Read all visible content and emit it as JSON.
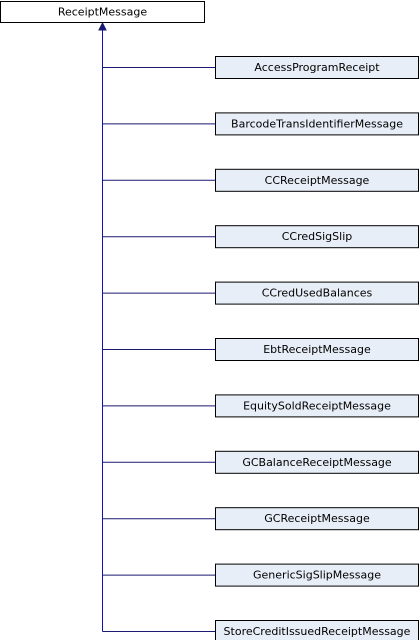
{
  "diagram": {
    "colors": {
      "base_fill": "#ffffff",
      "derived_fill": "#e8eef7",
      "border": "#000000",
      "edge": "#191970"
    },
    "base_class": {
      "label": "ReceiptMessage"
    },
    "derived_classes": [
      {
        "label": "AccessProgramReceipt"
      },
      {
        "label": "BarcodeTransIdentifierMessage"
      },
      {
        "label": "CCReceiptMessage"
      },
      {
        "label": "CCredSigSlip"
      },
      {
        "label": "CCredUsedBalances"
      },
      {
        "label": "EbtReceiptMessage"
      },
      {
        "label": "EquitySoldReceiptMessage"
      },
      {
        "label": "GCBalanceReceiptMessage"
      },
      {
        "label": "GCReceiptMessage"
      },
      {
        "label": "GenericSigSlipMessage"
      },
      {
        "label": "StoreCreditIssuedReceiptMessage"
      }
    ]
  }
}
